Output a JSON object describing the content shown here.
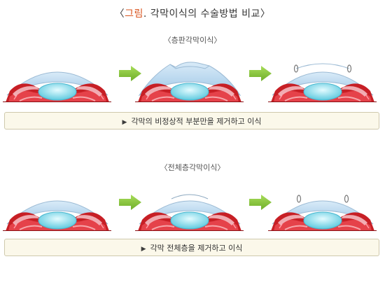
{
  "title": {
    "accent": "그림",
    "rest": ". 각막이식의 수술방법 비교"
  },
  "sections": [
    {
      "heading": "〈층판각막이식〉",
      "caption": "각막의 비정상적 부분만을 제거하고 이식",
      "steps": [
        "intact-cornea",
        "cornea-layer-removed",
        "lamellar-graft-sutured"
      ]
    },
    {
      "heading": "〈전체층각막이식〉",
      "caption": "각막 전체층을 제거하고 이식",
      "steps": [
        "intact-cornea",
        "full-thickness-removed",
        "full-graft-sutured"
      ]
    }
  ],
  "colors": {
    "arrow": "#8cc63f",
    "cornea": "#b9d7ee",
    "lens": "#7fd8e8",
    "iris": "#d8252b",
    "caption_bg": "#fbf8ea",
    "title_accent": "#d9541e"
  }
}
